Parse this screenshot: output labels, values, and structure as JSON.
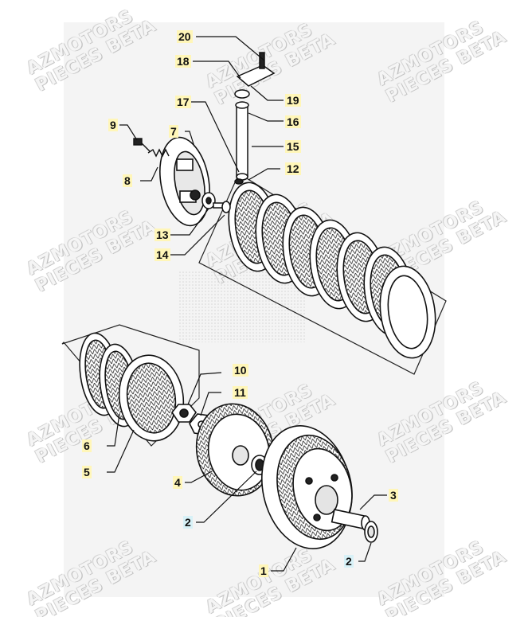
{
  "watermark": {
    "line1": "AZMOTORS",
    "line2": "PIECES BETA"
  },
  "callouts": [
    {
      "id": "20",
      "text": "20",
      "color": "yellow"
    },
    {
      "id": "18",
      "text": "18",
      "color": "yellow"
    },
    {
      "id": "19",
      "text": "19",
      "color": "yellow"
    },
    {
      "id": "17",
      "text": "17",
      "color": "yellow"
    },
    {
      "id": "16",
      "text": "16",
      "color": "yellow"
    },
    {
      "id": "9",
      "text": "9",
      "color": "yellow"
    },
    {
      "id": "7",
      "text": "7",
      "color": "yellow"
    },
    {
      "id": "15",
      "text": "15",
      "color": "yellow"
    },
    {
      "id": "12",
      "text": "12",
      "color": "yellow"
    },
    {
      "id": "8",
      "text": "8",
      "color": "yellow"
    },
    {
      "id": "13",
      "text": "13",
      "color": "yellow"
    },
    {
      "id": "14",
      "text": "14",
      "color": "yellow"
    },
    {
      "id": "10",
      "text": "10",
      "color": "yellow"
    },
    {
      "id": "11",
      "text": "11",
      "color": "yellow"
    },
    {
      "id": "6",
      "text": "6",
      "color": "yellow"
    },
    {
      "id": "5",
      "text": "5",
      "color": "yellow"
    },
    {
      "id": "4",
      "text": "4",
      "color": "yellow"
    },
    {
      "id": "3",
      "text": "3",
      "color": "yellow"
    },
    {
      "id": "2a",
      "text": "2",
      "color": "blue"
    },
    {
      "id": "2b",
      "text": "2",
      "color": "blue"
    },
    {
      "id": "1",
      "text": "1",
      "color": "yellow"
    }
  ],
  "colors": {
    "callout_yellow": "#fff6b8",
    "callout_blue": "#d7f1f7",
    "panel": "#f4f4f4",
    "ink": "#111111"
  }
}
